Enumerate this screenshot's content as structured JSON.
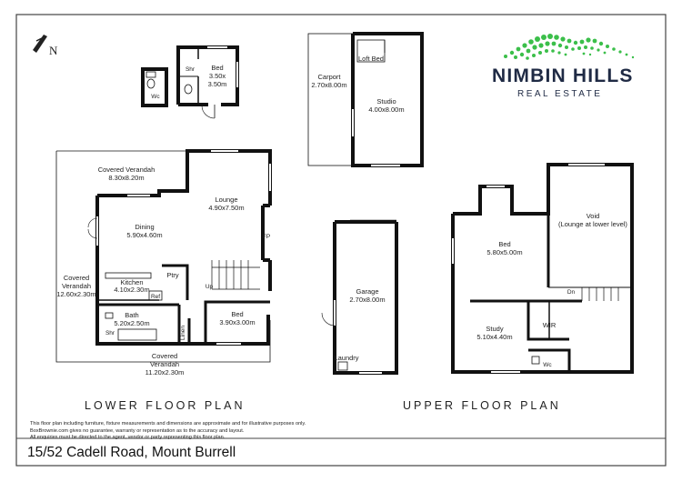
{
  "north_label": "N",
  "brand": {
    "name": "NIMBIN HILLS",
    "tagline": "REAL ESTATE",
    "color_primary": "#1f2a44",
    "color_accent": "#3bbf4a"
  },
  "titles": {
    "lower": "LOWER FLOOR PLAN",
    "upper": "UPPER FLOOR PLAN"
  },
  "disclaimer": [
    "This floor plan including furniture, fixture measurements and dimensions are approximate and for illustrative purposes only.",
    "BoxBrownie.com gives no guarantee, warranty or representation as to the accuracy and layout.",
    "All enquiries must be directed to the agent, vendor or party representing this floor plan."
  ],
  "address": "15/52 Cadell Road, Mount Burrell",
  "rooms": {
    "cabin_bed": {
      "name": "Bed",
      "dim1": "3.50x",
      "dim2": "3.50m"
    },
    "cabin_shr": "Shr",
    "cabin_wc": "Wc",
    "carport": {
      "name": "Carport",
      "dim": "2.70x8.00m"
    },
    "loft_bed": "Loft Bed",
    "studio": {
      "name": "Studio",
      "dim": "4.00x8.00m"
    },
    "covered_verandah_top": {
      "name": "Covered Verandah",
      "dim": "8.30x8.20m"
    },
    "lounge": {
      "name": "Lounge",
      "dim": "4.90x7.50m"
    },
    "dining": {
      "name": "Dining",
      "dim": "5.90x4.60m"
    },
    "fp": "FP",
    "covered_verandah_left": {
      "name1": "Covered",
      "name2": "Verandah",
      "dim": "12.60x2.30m"
    },
    "ptry": "Ptry",
    "kitchen": {
      "name": "Kitchen",
      "dim": "4.10x2.30m"
    },
    "ref": "Ref",
    "up": "Up",
    "bath": {
      "name": "Bath",
      "dim": "5.20x2.50m"
    },
    "linen": "Linen",
    "lower_bed": {
      "name": "Bed",
      "dim": "3.90x3.00m"
    },
    "lower_shr": "Shr",
    "covered_verandah_bottom": {
      "name1": "Covered",
      "name2": "Verandah",
      "dim": "11.20x2.30m"
    },
    "garage": {
      "name": "Garage",
      "dim": "2.70x8.00m"
    },
    "laundry": "Laundry",
    "upper_bed": {
      "name": "Bed",
      "dim": "5.80x5.00m"
    },
    "void": {
      "name": "Void",
      "note": "(Lounge at lower level)"
    },
    "dn": "Dn",
    "wir": "WIR",
    "study": {
      "name": "Study",
      "dim": "5.10x4.40m"
    },
    "upper_wc": "Wc"
  }
}
